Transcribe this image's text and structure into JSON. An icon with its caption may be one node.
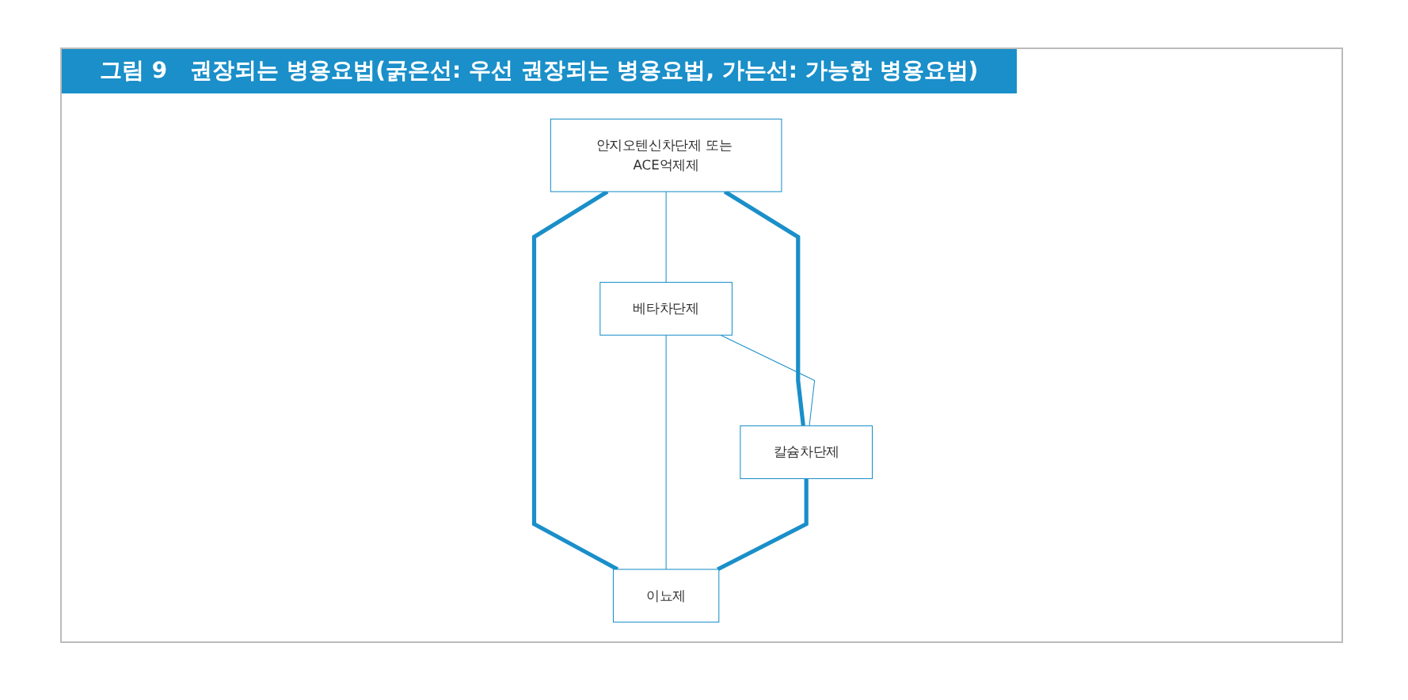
{
  "diagram": {
    "title": "그림 9   권장되는 병용요법(굵은선: 우선 권장되는 병용요법, 가는선: 가능한 병용요법)",
    "nodes": [
      {
        "text": [
          "안지오텐신차단제 또는 ACE억제제"
        ]
      },
      {
        "text": [
          "베타차단제"
        ]
      },
      {
        "text": [
          "칼슘차단제"
        ]
      },
      {
        "text": [
          "이뇨제"
        ]
      }
    ],
    "edges": [
      {
        "from": 0,
        "to": 1,
        "arrow": "none"
      },
      {
        "from": 0,
        "to": 2,
        "arrow": "none",
        "style": "thick"
      },
      {
        "from": 0,
        "to": 3,
        "arrow": "none",
        "style": "thick"
      },
      {
        "from": 1,
        "to": 2,
        "arrow": "none"
      },
      {
        "from": 1,
        "to": 3,
        "arrow": "none"
      },
      {
        "from": 2,
        "to": 3,
        "arrow": "none",
        "style": "thick"
      }
    ]
  }
}
